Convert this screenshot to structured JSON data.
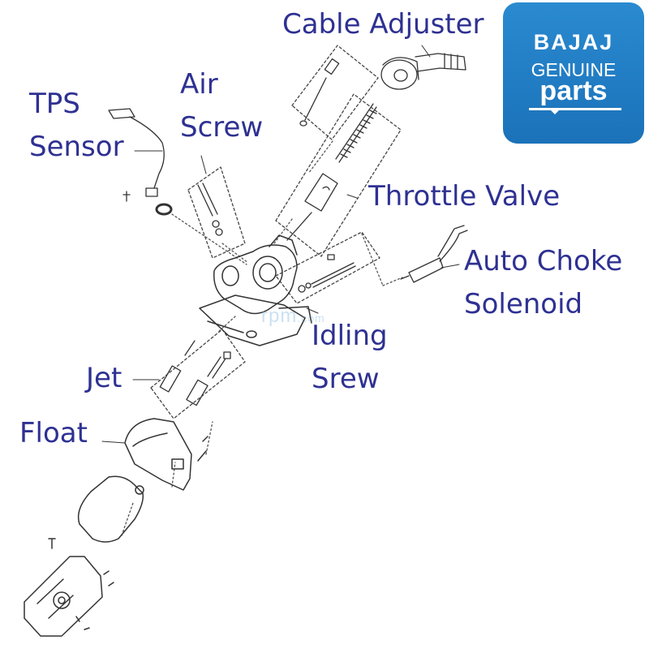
{
  "labels": {
    "cable_adjuster": "Cable Adjuster",
    "tps_sensor": [
      "TPS",
      "Sensor"
    ],
    "air_screw": [
      "Air",
      "Screw"
    ],
    "throttle_valve": "Throttle Valve",
    "auto_choke_solenoid": [
      "Auto Choke",
      "Solenoid"
    ],
    "idling_screw": [
      "Idling",
      "Srew"
    ],
    "jet": "Jet",
    "float": "Float"
  },
  "logo": {
    "brand": "BAJAJ",
    "line1": "GENUINE",
    "line2": "parts"
  },
  "watermark": {
    "main": "rpm",
    "suffix": ".com"
  },
  "colors": {
    "label": "#2e3192",
    "logo_bg": "#1b72b9",
    "line_art": "#333333"
  }
}
